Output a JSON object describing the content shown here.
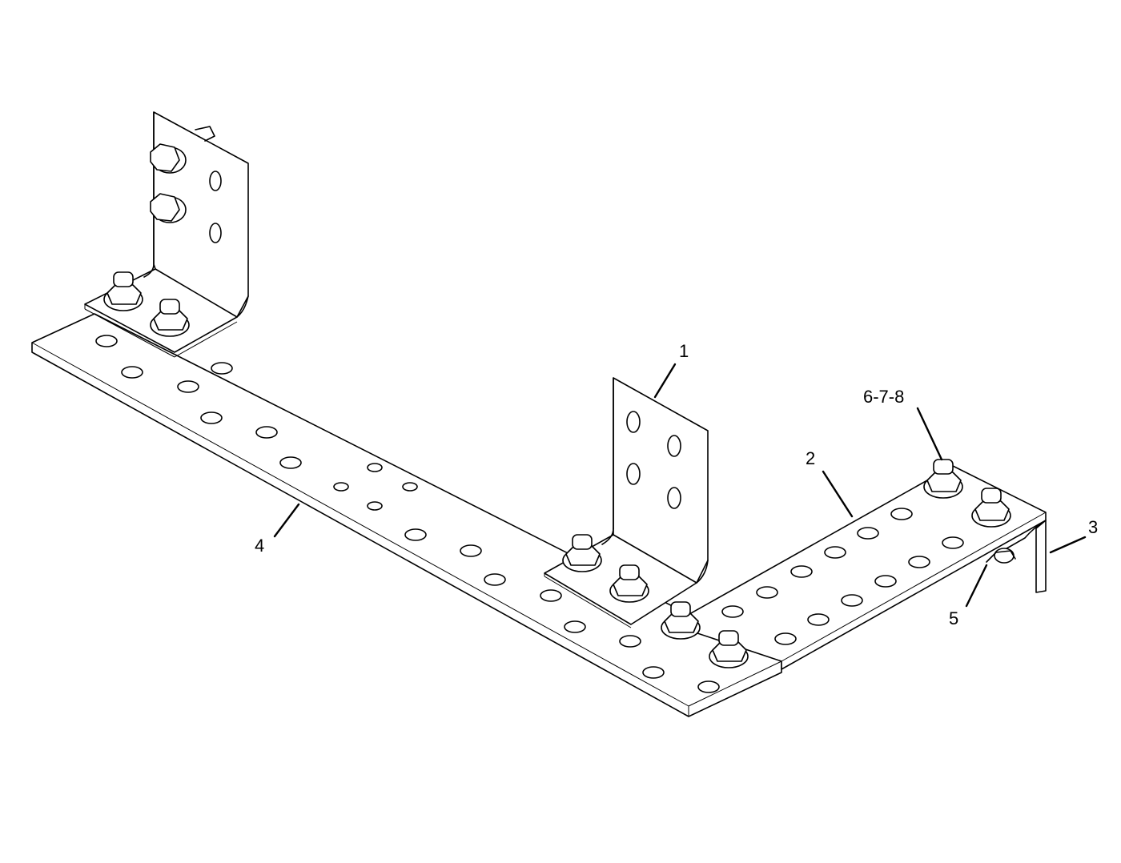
{
  "callouts": {
    "c1": "1",
    "c2": "2",
    "c3": "3",
    "c4": "4",
    "c5": "5",
    "c678": "6-7-8"
  }
}
